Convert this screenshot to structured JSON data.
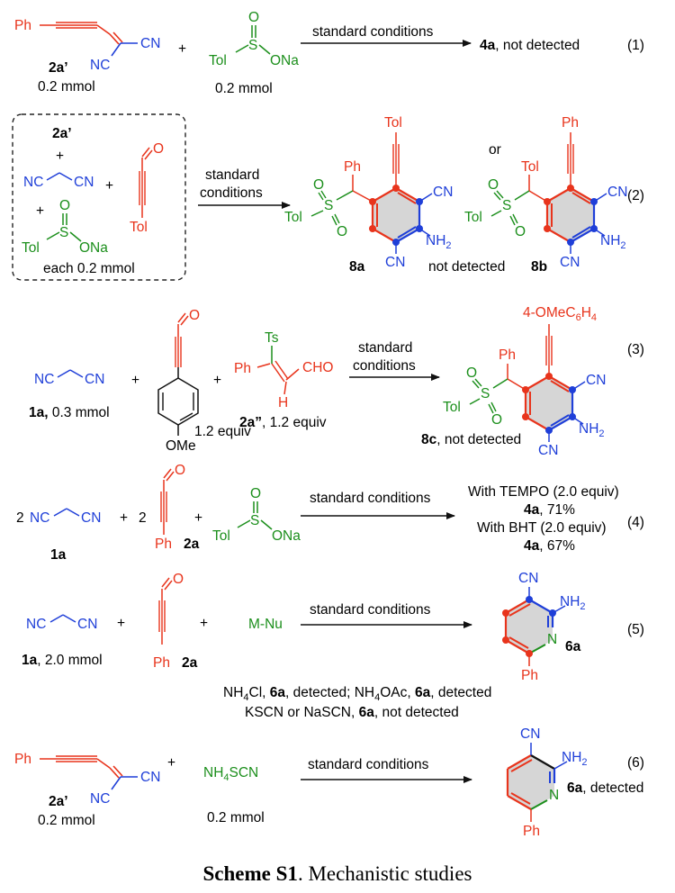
{
  "colors": {
    "red": "#e8341c",
    "blue": "#1f3fd8",
    "green": "#1c8f1c",
    "black": "#111111",
    "ring_fill": "#d6d6d6",
    "dash_box": "#222222"
  },
  "caption": {
    "bold": "Scheme S1",
    "rest": ". Mechanistic studies"
  },
  "eq1": {
    "r1_ph": "Ph",
    "r1_cn_right": "CN",
    "r1_cn_left": "NC",
    "r1_label": "2a’",
    "r1_amount": "0.2 mmol",
    "plus": "+",
    "tol": "Tol",
    "s": "S",
    "o": "O",
    "ona": "ONa",
    "r2_amount": "0.2 mmol",
    "arrow_label": "standard conditions",
    "product_bold": "4a",
    "product_rest": ", not detected",
    "number": "(1)"
  },
  "eq2": {
    "box_label": "2a’",
    "plus": "+",
    "nc": "NC",
    "cn": "CN",
    "tol": "Tol",
    "s": "S",
    "o": "O",
    "ona": "ONa",
    "each": "each 0.2 mmol",
    "ald_o": "O",
    "ald_tol": "Tol",
    "arrow_top": "standard",
    "arrow_bottom": "conditions",
    "p8a_ph": "Ph",
    "p8a_tol_top": "Tol",
    "p8a_tol_s": "Tol",
    "nh2": "NH",
    "sub2": "2",
    "label_8a": "8a",
    "or": "or",
    "p8b_ph": "Ph",
    "p8b_tol": "Tol",
    "not_detected": "not detected",
    "label_8b": "8b",
    "number": "(2)"
  },
  "eq3": {
    "nc": "NC",
    "cn": "CN",
    "r1_bold": "1a,",
    "r1_rest": " 0.3 mmol",
    "plus": "+",
    "ald_o": "O",
    "ome": "OMe",
    "equiv_1": "1.2 equiv",
    "ts": "Ts",
    "ph": "Ph",
    "cho": "CHO",
    "h": "H",
    "label_2a_bold": "2a”",
    "label_2a_rest": ", 1.2 equiv",
    "arrow_top": "standard",
    "arrow_bottom": "conditions",
    "omeC6H4_a": "4-OMeC",
    "omeC6H4_b": "6",
    "omeC6H4_c": "H",
    "omeC6H4_d": "4",
    "product_bold": "8c",
    "product_rest": ", not detected",
    "number": "(3)"
  },
  "eq4": {
    "coef": "2",
    "nc": "NC",
    "cn": "CN",
    "label_1a": "1a",
    "plus": "+",
    "ph": "Ph",
    "label_2a": "2a",
    "tol": "Tol",
    "s": "S",
    "o": "O",
    "ona": "ONa",
    "arrow_label": "standard conditions",
    "line1": "With TEMPO (2.0 equiv)",
    "line2_bold": "4a",
    "line2_rest": ", 71%",
    "line3": "With BHT (2.0 equiv)",
    "line4_bold": "4a",
    "line4_rest": ", 67%",
    "number": "(4)"
  },
  "eq5": {
    "nc": "NC",
    "cn": "CN",
    "r1_bold": "1a",
    "r1_rest": ", 2.0 mmol",
    "plus": "+",
    "ald_o": "O",
    "ph": "Ph",
    "label_2a": "2a",
    "mnu": "M-Nu",
    "arrow_label": "standard conditions",
    "p_cn": "CN",
    "p_nh": "NH",
    "sub2": "2",
    "p_n": "N",
    "p_ph": "Ph",
    "label_6a": "6a",
    "note1": {
      "a": "NH",
      "b": "4",
      "c": "Cl, ",
      "d": "6a",
      "e": ", detected; NH",
      "f": "4",
      "g": "OAc, ",
      "h": "6a",
      "i": ", detected"
    },
    "note2": {
      "a": "KSCN or NaSCN,  ",
      "b": "6a",
      "c": ", not detected"
    },
    "number": "(5)"
  },
  "eq6": {
    "r1_ph": "Ph",
    "r1_cn_right": "CN",
    "r1_cn_left": "NC",
    "plus": "+",
    "r1_label": "2a’",
    "r1_amount": "0.2 mmol",
    "nh4": "NH",
    "nh4_sub": "4",
    "scn": "SCN",
    "r2_amount": "0.2 mmol",
    "arrow_label": "standard conditions",
    "p_cn": "CN",
    "p_nh": "NH",
    "sub2": "2",
    "p_n": "N",
    "p_ph": "Ph",
    "label_bold": "6a",
    "label_rest": ", detected",
    "number": "(6)"
  }
}
